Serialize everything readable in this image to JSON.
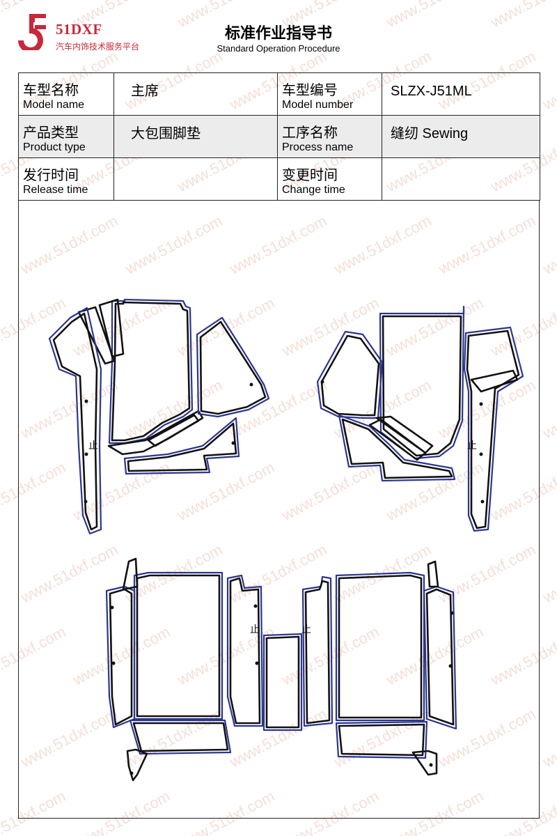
{
  "header": {
    "logo_text": "51DXF",
    "logo_slogan": "汽车内饰技术服务平台",
    "title": "标准作业指导书",
    "subtitle": "Standard Operation Procedure"
  },
  "info_table": {
    "model_name": {
      "cn": "车型名称",
      "en": "Model name",
      "value": "主席"
    },
    "model_number": {
      "cn": "车型编号",
      "en": "Model number",
      "value": "SLZX-J51ML"
    },
    "product_type": {
      "cn": "产品类型",
      "en": "Product type",
      "value": "大包围脚垫"
    },
    "process_name": {
      "cn": "工序名称",
      "en": "Process name",
      "value": "缝纫 Sewing"
    },
    "release_time": {
      "cn": "发行时间",
      "en": "Release time",
      "value": ""
    },
    "change_time": {
      "cn": "变更时间",
      "en": "Change time",
      "value": ""
    }
  },
  "drawing": {
    "stop_mark": "止",
    "watermark": "www.51dxf.com",
    "colors": {
      "outer_outline": "#2a3590",
      "inner_outline": "#111111",
      "brand": "#c8283a"
    }
  }
}
